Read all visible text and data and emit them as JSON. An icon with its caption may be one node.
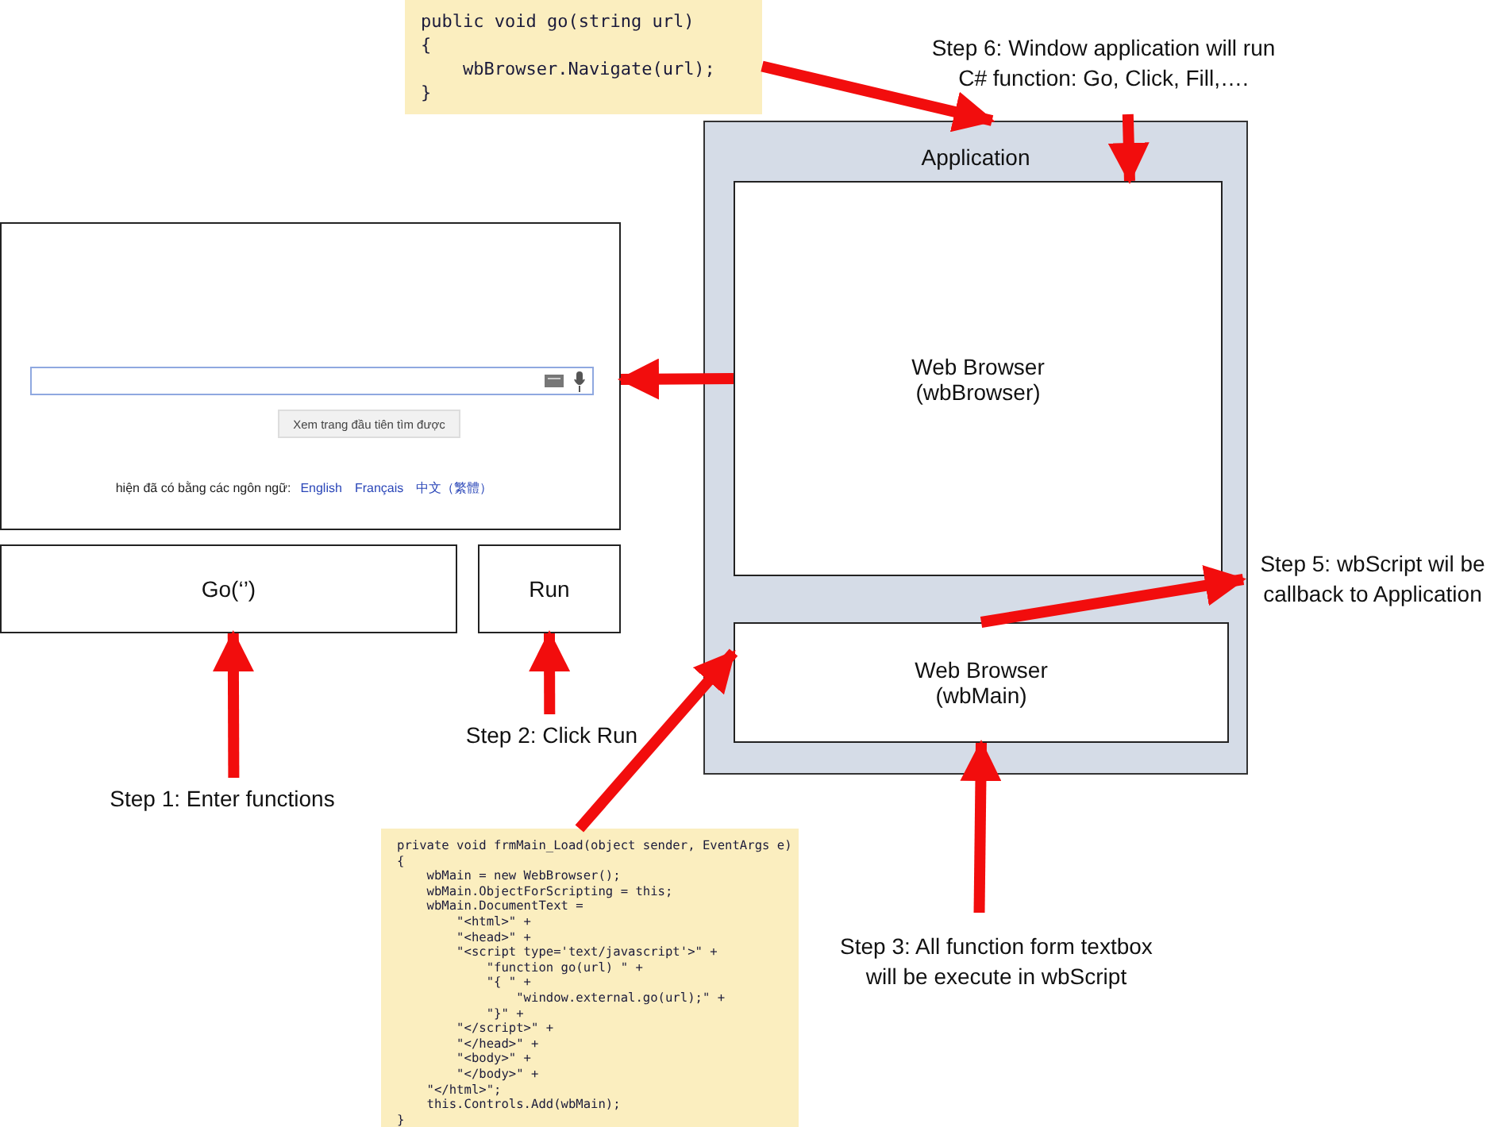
{
  "diagram": {
    "nodes": [
      {
        "text": [
          "public void go(string url)",
          "{",
          "    wbBrowser.Navigate(url);",
          "}"
        ]
      },
      {
        "text": [
          "Step 6: Window application will run C# function: Go, Click, Fill,…."
        ]
      },
      {
        "text": [
          "Application"
        ]
      },
      {
        "text": [
          "Web Browser (wbBrowser)"
        ],
        "in": 2
      },
      {
        "text": [
          "Web Browser (wbMain)"
        ],
        "in": 2
      },
      {
        "text": [
          "Xem trang đầu tiên tìm được",
          "hiện đã có bằng các ngôn ngữ:",
          "English",
          "Français",
          "中文（繁體）"
        ]
      },
      {
        "text": [
          "Go(‘’)"
        ]
      },
      {
        "text": [
          "Run"
        ]
      },
      {
        "text": [
          "Step 1: Enter functions"
        ]
      },
      {
        "text": [
          "Step 2: Click Run"
        ]
      },
      {
        "text": [
          "private void frmMain_Load(object sender, EventArgs e)",
          "{",
          "    wbMain = new WebBrowser();",
          "    wbMain.ObjectForScripting = this;",
          "    wbMain.DocumentText =",
          "        \"<html>\" +",
          "        \"<head>\" +",
          "        \"<script type='text/javascript'>\" +",
          "            \"function go(url) \" +",
          "            \"{ \" +",
          "                \"window.external.go(url);\" +",
          "            \"}\" +",
          "        \"</script>\" +",
          "        \"</head>\" +",
          "        \"<body>\" +",
          "        \"</body>\" +",
          "    \"</html>\";",
          "    this.Controls.Add(wbMain);",
          "}"
        ]
      },
      {
        "text": [
          "Step 3: All function form textbox will be execute in wbScript"
        ]
      },
      {
        "text": [
          "Step 5: wbScript wil be callback to Application"
        ]
      }
    ],
    "edges": [
      {
        "from": 0,
        "to": 2,
        "arrow": "to"
      },
      {
        "from": 1,
        "to": 3,
        "arrow": "to"
      },
      {
        "from": 3,
        "to": 5,
        "arrow": "to"
      },
      {
        "from": 8,
        "to": 6,
        "arrow": "to"
      },
      {
        "from": 9,
        "to": 7,
        "arrow": "to"
      },
      {
        "from": 10,
        "to": 4,
        "arrow": "to"
      },
      {
        "from": 11,
        "to": 4,
        "arrow": "to"
      },
      {
        "from": 4,
        "to": 12,
        "arrow": "to"
      }
    ]
  }
}
